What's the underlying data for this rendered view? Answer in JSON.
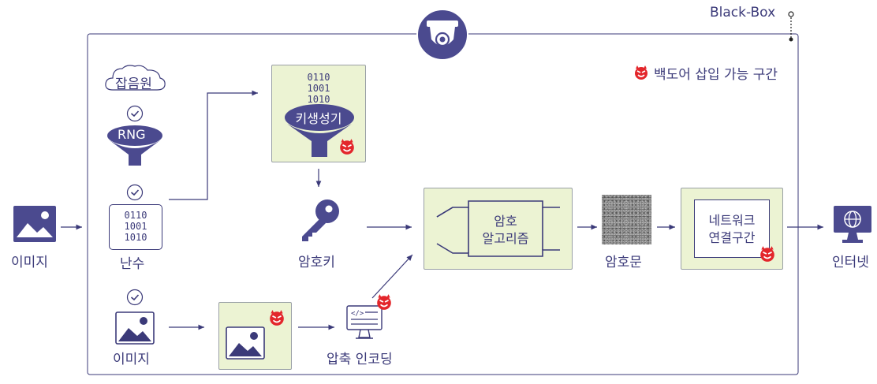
{
  "title": "Black-Box",
  "legend": {
    "text": "백도어 삽입 가능 구간",
    "icon": "devil-icon"
  },
  "colors": {
    "ink": "#3b3a79",
    "panel": "#ecf3d3",
    "devil": "#e3262b",
    "border": "#9aa0a6"
  },
  "labels": {
    "image_input": "이미지",
    "noise_source": "잡음원",
    "rng": "RNG",
    "random_number": "난수",
    "image_lower": "이미지",
    "key_generator": "키생성기",
    "crypto_key": "암호키",
    "crypto_algorithm_line1": "암호",
    "crypto_algorithm_line2": "알고리즘",
    "ciphertext": "암호문",
    "network_line1": "네트워크",
    "network_line2": "연결구간",
    "internet": "인터넷",
    "compression_encoding": "압축 인코딩"
  },
  "binary": {
    "random_lines": [
      "0110",
      "1001",
      "1010"
    ],
    "keygen_lines": [
      "0110",
      "1001",
      "1010"
    ]
  }
}
